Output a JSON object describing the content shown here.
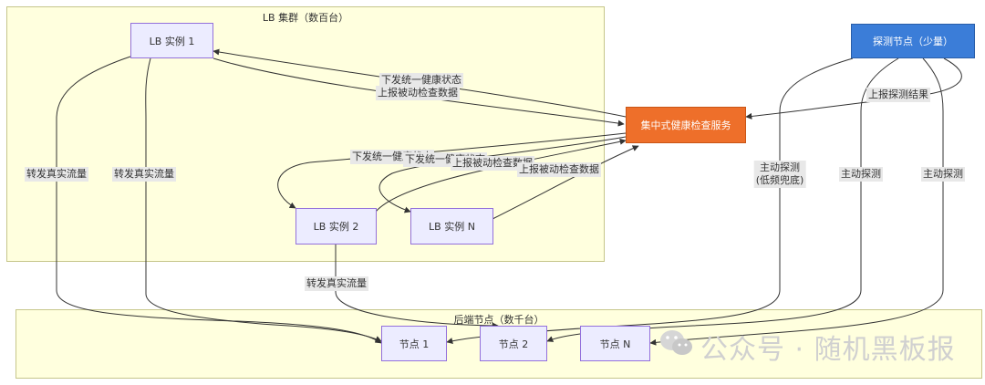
{
  "clusters": {
    "lb": "LB 集群（数百台）",
    "backend": "后端节点（数千台）"
  },
  "nodes": {
    "lb1": "LB 实例 1",
    "lb2": "LB 实例 2",
    "lbn": "LB 实例 N",
    "probe": "探测节点（少量）",
    "central": "集中式健康检查服务",
    "node1": "节点 1",
    "node2": "节点 2",
    "noden": "节点 N"
  },
  "edge_labels": {
    "dispatch1": "下发统一健康状态",
    "report1": "上报被动检查数据",
    "report_probe": "上报探测结果",
    "dispatch2": "下发统一健康状态",
    "dispatch3": "下发统一健康状态",
    "report2": "上报被动检查数据",
    "report3": "上报被动检查数据",
    "forward1a": "转发真实流量",
    "forward1b": "转发真实流量",
    "forward2": "转发真实流量",
    "probe1": "主动探测\n(低频兜底)",
    "probe2": "主动探测",
    "probe3": "主动探测"
  },
  "watermark": {
    "text": "公众号 · 随机黑板报",
    "icon": "wechat-icon"
  }
}
